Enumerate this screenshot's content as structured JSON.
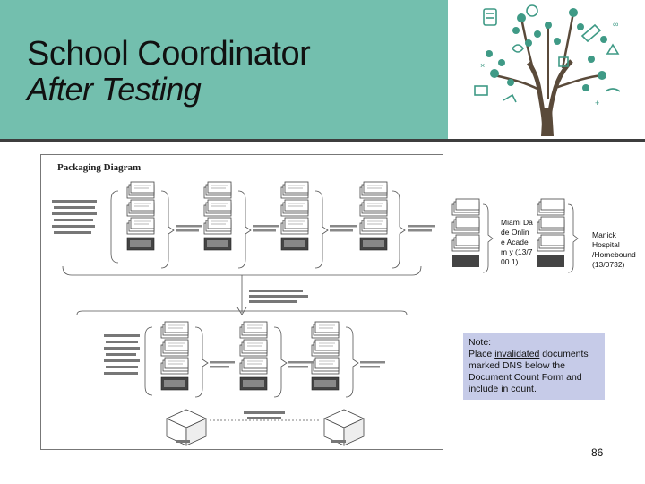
{
  "header": {
    "title": "School Coordinator",
    "subtitle": "After Testing"
  },
  "diagram": {
    "heading": "Packaging Diagram"
  },
  "labels": {
    "miami": "Miami Dade Online Academ y (13/700 1)",
    "manick": "Manick Hospital /Homebound (13/0732)"
  },
  "note": {
    "prefix": "Note:",
    "line_before": "Place ",
    "underlined": "invalidated",
    "line_after": " documents marked DNS below the Document Count Form and include in count."
  },
  "page_number": "86",
  "colors": {
    "header_bg": "#73bfae",
    "note_bg": "#c6cbe8"
  }
}
